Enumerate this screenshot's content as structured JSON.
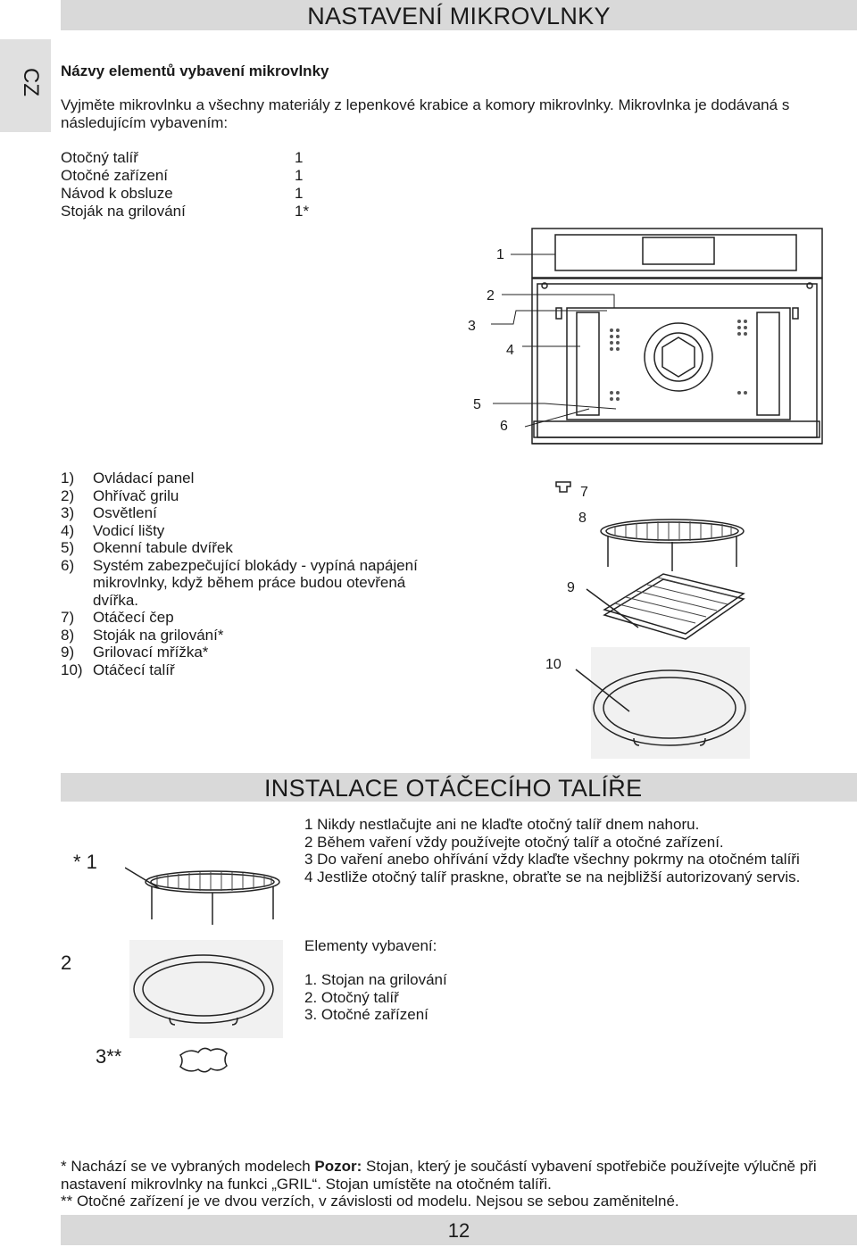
{
  "header": {
    "title": "NASTAVENÍ MIKROVLNKY",
    "lang": "CZ"
  },
  "section1": {
    "title": "Názvy elementů vybavení mikrovlnky",
    "intro": "Vyjměte mikrovlnku a všechny materiály z lepenkové krabice a komory mikrovlnky. Mikrovlnka je dodávaná s následujícím vybavením:",
    "equipment": [
      {
        "name": "Otočný talíř",
        "qty": "1"
      },
      {
        "name": "Otočné zařízení",
        "qty": "1"
      },
      {
        "name": "Návod k obsluze",
        "qty": "1"
      },
      {
        "name": "Stoják na grilování",
        "qty": "1*"
      }
    ]
  },
  "oven_labels": [
    "1",
    "2",
    "3",
    "4",
    "5",
    "6"
  ],
  "parts": [
    {
      "num": "1)",
      "text": "Ovládací panel"
    },
    {
      "num": "2)",
      "text": "Ohřívač grilu"
    },
    {
      "num": "3)",
      "text": "Osvětlení"
    },
    {
      "num": "4)",
      "text": "Vodicí lišty"
    },
    {
      "num": "5)",
      "text": "Okenní tabule dvířek"
    },
    {
      "num": "6)",
      "text": "Systém zabezpečující blokády - vypíná napájení mikrovlnky, když během práce budou otevřená dvířka."
    },
    {
      "num": "7)",
      "text": "Otáčecí čep"
    },
    {
      "num": "8)",
      "text": "Stoják na grilování*"
    },
    {
      "num": "9)",
      "text": "Grilovací mřížka*"
    },
    {
      "num": "10)",
      "text": "Otáčecí talíř"
    }
  ],
  "accessory_labels": [
    "7",
    "8",
    "9",
    "10"
  ],
  "installation": {
    "title": "INSTALACE OTÁČECÍHO TALÍŘE",
    "steps": [
      "1 Nikdy nestlačujte ani ne klaďte otočný talíř dnem nahoru.",
      "2 Během vaření vždy používejte otočný talíř a otočné zařízení.",
      "3 Do vaření anebo ohřívání vždy klaďte všechny pokrmy na otočném talíři",
      "4 Jestliže otočný talíř praskne, obraťte se na nejbližší autorizovaný servis."
    ],
    "elements_head": "Elementy vybavení:",
    "elements": [
      "1. Stojan na grilování",
      "2. Otočný talíř",
      "3. Otočné zařízení"
    ],
    "fig_labels": [
      "* 1",
      "2",
      "3**"
    ]
  },
  "footnote": {
    "line1_pre": "* Nachází se  ve vybraných modelech ",
    "line1_bold": "Pozor:",
    "line1_post": " Stojan, který je součástí vybavení spotřebiče používejte výlučně při nastavení mikrovlnky na funkci „GRIL“. Stojan umístěte na otočném talíři.",
    "line2": "** Otočné zařízení je ve dvou verzích, v závislosti od modelu. Nejsou se sebou zaměnitelné."
  },
  "page_number": "12"
}
